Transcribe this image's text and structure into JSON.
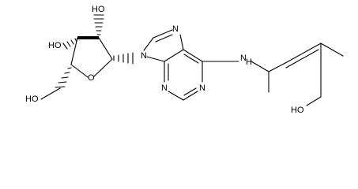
{
  "structure": {
    "atom_labels": {
      "ho_c2": "HO",
      "ho_c3": "HO",
      "ho_c5": "HO",
      "ring_o": "O",
      "n9": "N",
      "n7": "N",
      "n3": "N",
      "n1": "N",
      "nh": "N",
      "h_on_n": "H",
      "ho_chain": "HO"
    }
  }
}
